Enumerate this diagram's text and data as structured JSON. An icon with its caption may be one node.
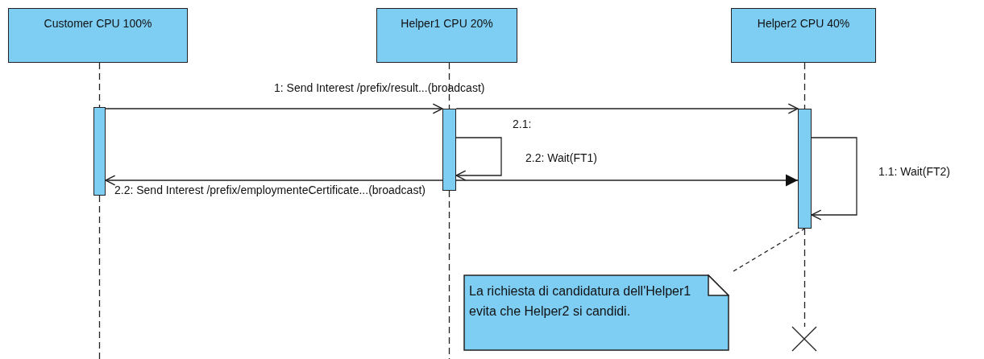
{
  "diagram": {
    "nodes": [
      {
        "text": [
          "Customer CPU 100%"
        ]
      },
      {
        "text": [
          "Helper1 CPU 20%"
        ]
      },
      {
        "text": [
          "Helper2 CPU 40%"
        ]
      },
      {
        "text": [],
        "shape": "bar"
      },
      {
        "text": [],
        "shape": "bar"
      },
      {
        "text": [],
        "shape": "bar"
      },
      {
        "text": [
          "La richiesta di candidatura dell'Helper1 evita che Helper2 si candidi."
        ]
      },
      {
        "text": [],
        "shape": "cross"
      }
    ],
    "edges": [
      {
        "from": 3,
        "to": 4,
        "arrow": "to",
        "label": "1: Send Interest /prefix/result...(broadcast)"
      },
      {
        "from": 4,
        "to": 5,
        "arrow": "to"
      },
      {
        "from": 4,
        "to": 4,
        "arrow": "to",
        "label": "2.1:"
      },
      {
        "from": 4,
        "to": 3,
        "arrow": "to",
        "label": "2.2: Send Interest /prefix/employmenteCertificate...(broadcast)"
      },
      {
        "from": 4,
        "to": 5,
        "arrow": "to",
        "label": "2.2: Wait(FT1)"
      },
      {
        "from": 5,
        "to": 5,
        "arrow": "to",
        "label": "1.1: Wait(FT2)"
      },
      {
        "from": 6,
        "to": 5,
        "arrow": "none",
        "style": "dashed"
      },
      {
        "from": 0,
        "to": 3,
        "arrow": "none",
        "style": "dashed"
      },
      {
        "from": 3,
        "to": null,
        "arrow": "none",
        "style": "dashed"
      },
      {
        "from": 1,
        "to": 4,
        "arrow": "none",
        "style": "dashed"
      },
      {
        "from": 4,
        "to": null,
        "arrow": "none",
        "style": "dashed"
      },
      {
        "from": 2,
        "to": 5,
        "arrow": "none",
        "style": "dashed"
      },
      {
        "from": 5,
        "to": 7,
        "arrow": "none",
        "style": "dashed"
      }
    ]
  }
}
